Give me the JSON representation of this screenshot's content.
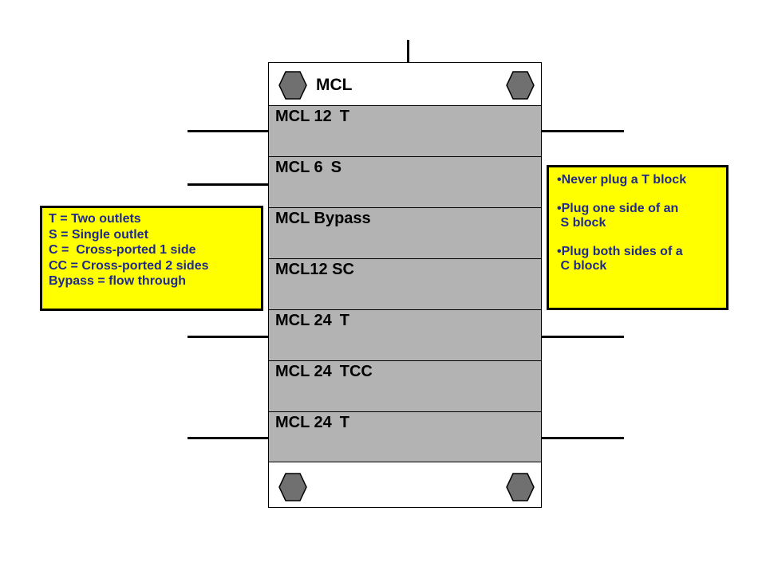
{
  "manifold": {
    "title": "MCL",
    "blocks": [
      {
        "model": "MCL 12",
        "type": "T"
      },
      {
        "model": "MCL 6",
        "type": "S"
      },
      {
        "model": "MCL Bypass",
        "type": ""
      },
      {
        "model": "MCL12 SC",
        "type": ""
      },
      {
        "model": "MCL 24",
        "type": "T"
      },
      {
        "model": "MCL 24",
        "type": "TCC"
      },
      {
        "model": "MCL 24",
        "type": "T"
      }
    ]
  },
  "legend": {
    "lines": [
      "T = Two outlets",
      "S = Single outlet",
      "C =  Cross-ported 1 side",
      "CC = Cross-ported 2 sides",
      "Bypass = flow through"
    ]
  },
  "rules": {
    "items": [
      [
        "•Never plug a T block"
      ],
      [
        "•Plug one side of an",
        " S block"
      ],
      [
        "•Plug both sides of a",
        " C block"
      ]
    ]
  },
  "colors": {
    "note_background": "#ffff00",
    "note_text": "#1f2a8a",
    "block_fill": "#b3b3b3",
    "bolt_fill": "#707070"
  }
}
